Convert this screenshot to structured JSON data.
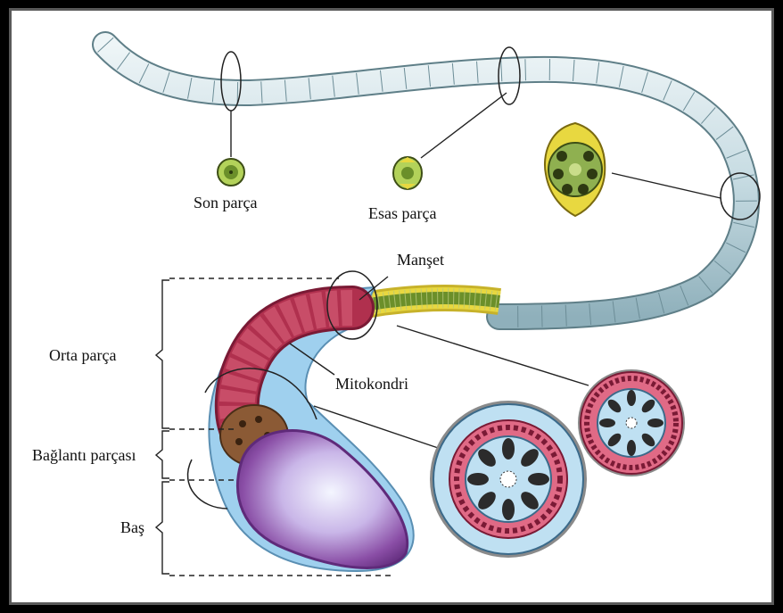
{
  "labels": {
    "son_parca": "Son parça",
    "esas_parca": "Esas parça",
    "manset": "Manşet",
    "mitokondri": "Mitokondri",
    "orta_parca": "Orta parça",
    "baglanti_parcasi": "Bağlantı parçası",
    "bas": "Baş"
  },
  "colors": {
    "tail": "#cfe0e6",
    "tail_stroke": "#5f7f88",
    "midpiece_red": "#b0304e",
    "membrane": "#9fd0ee",
    "head_purple": "#7e3c9a",
    "connecting": "#8b5a35",
    "axoneme_green": "#6b8f2a",
    "sheath_yellow": "#e8d840"
  }
}
